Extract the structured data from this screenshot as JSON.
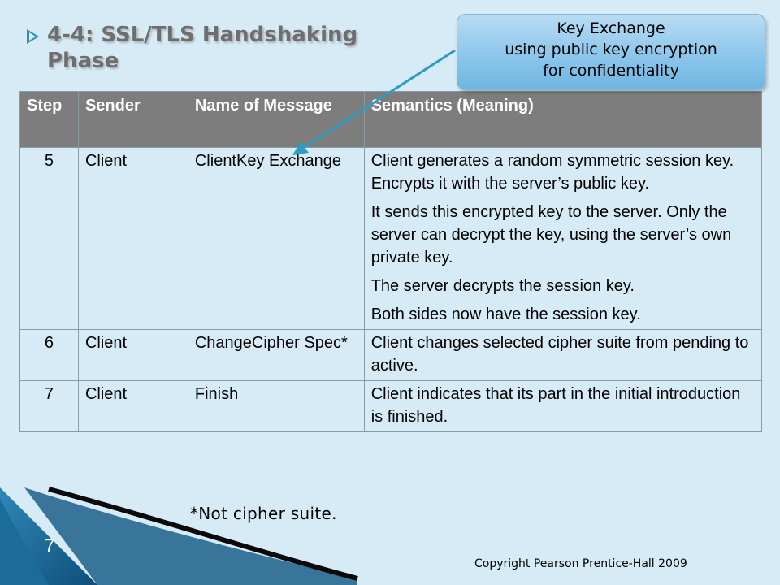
{
  "slide": {
    "title": "4-4: SSL/TLS Handshaking Phase",
    "callout_lines": [
      "Key Exchange",
      "using public key encryption",
      "for confidentiality"
    ],
    "footnote": "*Not cipher suite.",
    "page_number": "7",
    "copyright": "Copyright Pearson Prentice-Hall 2009",
    "colors": {
      "background": "#d6ebf5",
      "header_fill": "#7d7d7d",
      "callout_fill": "#8cc6eb",
      "accent_arrow": "#2e9cc4"
    }
  },
  "table": {
    "headers": [
      "Step",
      "Sender",
      "Name of Message",
      "Semantics (Meaning)"
    ],
    "rows": [
      {
        "step": "5",
        "sender": "Client",
        "name": "ClientKey Exchange",
        "semantics": [
          "Client generates a random symmetric session key. Encrypts it with the server’s public key.",
          "It sends this encrypted key to the server. Only the server can decrypt the key, using the server’s own private key.",
          "The server decrypts the session key.",
          "Both sides now have the session key."
        ]
      },
      {
        "step": "6",
        "sender": "Client",
        "name": "ChangeCipher Spec*",
        "semantics": [
          "Client changes selected cipher suite from pending to active."
        ]
      },
      {
        "step": "7",
        "sender": "Client",
        "name": "Finish",
        "semantics": [
          "Client indicates that its part in the initial introduction is finished."
        ]
      }
    ]
  }
}
